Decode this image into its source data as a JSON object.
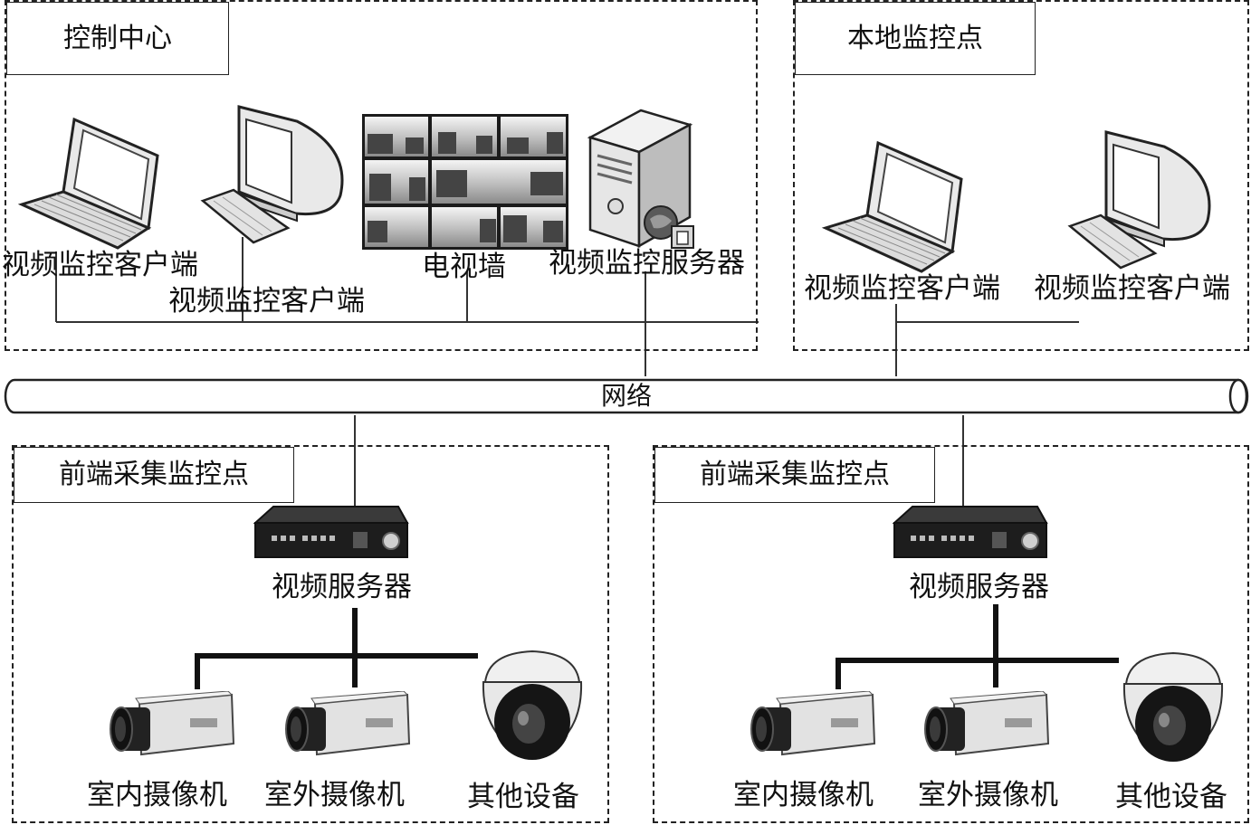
{
  "zones": {
    "control_center": {
      "title": "控制中心"
    },
    "local_monitor": {
      "title": "本地监控点"
    },
    "front_left": {
      "title": "前端采集监控点"
    },
    "front_right": {
      "title": "前端采集监控点"
    }
  },
  "control_center": {
    "laptop_label": "视频监控客户端",
    "desktop_label": "视频监控客户端",
    "video_wall_label": "电视墙",
    "server_label": "视频监控服务器"
  },
  "local_monitor": {
    "laptop_label": "视频监控客户端",
    "desktop_label": "视频监控客户端"
  },
  "network": {
    "label": "网络"
  },
  "front_left": {
    "dvr_label": "视频服务器",
    "camera_indoor_label": "室内摄像机",
    "camera_outdoor_label": "室外摄像机",
    "other_label": "其他设备"
  },
  "front_right": {
    "dvr_label": "视频服务器",
    "camera_indoor_label": "室内摄像机",
    "camera_outdoor_label": "室外摄像机",
    "other_label": "其他设备"
  },
  "icons": [
    "laptop-icon",
    "desktop-computer-icon",
    "video-wall-icon",
    "server-tower-icon",
    "dvr-icon",
    "box-camera-icon",
    "dome-camera-icon"
  ]
}
